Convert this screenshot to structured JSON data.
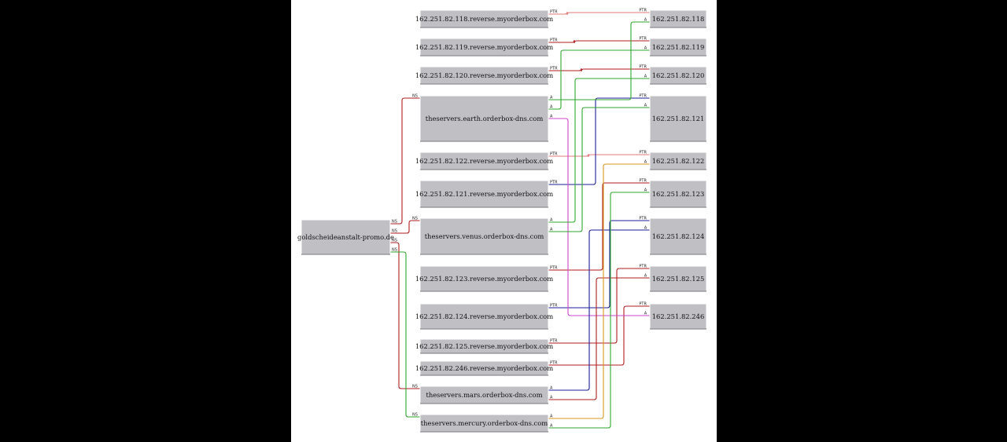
{
  "colors": {
    "background": "#000000",
    "canvas": "#ffffff",
    "node_fill": "#c0bfc4",
    "edge": {
      "red": "#b01c1c",
      "green": "#2ea82e",
      "blue": "#1d1d9a",
      "magenta": "#cc44cc",
      "orange": "#d8961c",
      "salmon": "#e07878"
    }
  },
  "nodes": [
    {
      "id": "domain",
      "label": "goldscheideanstalt-promo.de"
    },
    {
      "id": "rev118",
      "label": "162.251.82.118.reverse.myorderbox.com"
    },
    {
      "id": "rev119",
      "label": "162.251.82.119.reverse.myorderbox.com"
    },
    {
      "id": "rev120",
      "label": "162.251.82.120.reverse.myorderbox.com"
    },
    {
      "id": "earth",
      "label": "theservers.earth.orderbox-dns.com"
    },
    {
      "id": "rev122",
      "label": "162.251.82.122.reverse.myorderbox.com"
    },
    {
      "id": "rev121",
      "label": "162.251.82.121.reverse.myorderbox.com"
    },
    {
      "id": "venus",
      "label": "theservers.venus.orderbox-dns.com"
    },
    {
      "id": "rev123",
      "label": "162.251.82.123.reverse.myorderbox.com"
    },
    {
      "id": "rev124",
      "label": "162.251.82.124.reverse.myorderbox.com"
    },
    {
      "id": "rev125",
      "label": "162.251.82.125.reverse.myorderbox.com"
    },
    {
      "id": "rev246",
      "label": "162.251.82.246.reverse.myorderbox.com"
    },
    {
      "id": "mars",
      "label": "theservers.mars.orderbox-dns.com"
    },
    {
      "id": "mercury",
      "label": "theservers.mercury.orderbox-dns.com"
    },
    {
      "id": "ip118",
      "label": "162.251.82.118"
    },
    {
      "id": "ip119",
      "label": "162.251.82.119"
    },
    {
      "id": "ip120",
      "label": "162.251.82.120"
    },
    {
      "id": "ip121",
      "label": "162.251.82.121"
    },
    {
      "id": "ip122",
      "label": "162.251.82.122"
    },
    {
      "id": "ip123",
      "label": "162.251.82.123"
    },
    {
      "id": "ip124",
      "label": "162.251.82.124"
    },
    {
      "id": "ip125",
      "label": "162.251.82.125"
    },
    {
      "id": "ip246",
      "label": "162.251.82.246"
    }
  ],
  "edges": [
    {
      "from": "domain",
      "to": "earth",
      "type": "NS",
      "color": "red"
    },
    {
      "from": "domain",
      "to": "venus",
      "type": "NS",
      "color": "red"
    },
    {
      "from": "domain",
      "to": "mars",
      "type": "NS",
      "color": "red"
    },
    {
      "from": "domain",
      "to": "mercury",
      "type": "NS",
      "color": "green"
    },
    {
      "from": "rev118",
      "to": "ip118",
      "type": "PTR",
      "color": "salmon"
    },
    {
      "from": "rev119",
      "to": "ip119",
      "type": "PTR",
      "color": "red"
    },
    {
      "from": "rev120",
      "to": "ip120",
      "type": "PTR",
      "color": "red"
    },
    {
      "from": "rev122",
      "to": "ip122",
      "type": "PTR",
      "color": "salmon"
    },
    {
      "from": "rev121",
      "to": "ip121",
      "type": "PTR",
      "color": "blue"
    },
    {
      "from": "rev123",
      "to": "ip123",
      "type": "PTR",
      "color": "red"
    },
    {
      "from": "rev124",
      "to": "ip124",
      "type": "PTR",
      "color": "blue"
    },
    {
      "from": "rev125",
      "to": "ip125",
      "type": "PTR",
      "color": "red"
    },
    {
      "from": "rev246",
      "to": "ip246",
      "type": "PTR",
      "color": "red"
    },
    {
      "from": "earth",
      "to": "ip118",
      "type": "A",
      "color": "green"
    },
    {
      "from": "earth",
      "to": "ip119",
      "type": "A",
      "color": "green"
    },
    {
      "from": "earth",
      "to": "ip246",
      "type": "A",
      "color": "magenta"
    },
    {
      "from": "venus",
      "to": "ip120",
      "type": "A",
      "color": "green"
    },
    {
      "from": "venus",
      "to": "ip121",
      "type": "A",
      "color": "green"
    },
    {
      "from": "mars",
      "to": "ip124",
      "type": "A",
      "color": "blue"
    },
    {
      "from": "mars",
      "to": "ip125",
      "type": "A",
      "color": "red"
    },
    {
      "from": "mercury",
      "to": "ip122",
      "type": "A",
      "color": "orange"
    },
    {
      "from": "mercury",
      "to": "ip123",
      "type": "A",
      "color": "green"
    }
  ]
}
